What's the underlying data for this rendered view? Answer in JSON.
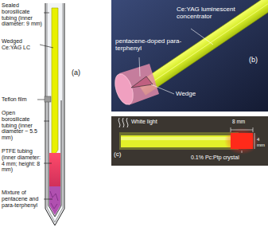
{
  "diagram": {
    "labels": [
      "Sealed borosilicate tubing (inner diameter: 9 mm)",
      "Wedged Ce:YAG LC",
      "(a)",
      "Teflon film",
      "Open borosilicate tubing (inner diameter ~ 5.5 mm)",
      "PTFE tubing (inner diameter: 4 mm; height: 8 mm)",
      "Mixture of pentacene and para-terphenyl",
      "(b)",
      "Ce:YAG luminescent concentrator",
      "pentacene-doped para-terphenyl",
      "Wedge",
      "(c)",
      "White light",
      "8 mm",
      "4 mm",
      "0.1% Pc:Ptp crystal"
    ]
  }
}
